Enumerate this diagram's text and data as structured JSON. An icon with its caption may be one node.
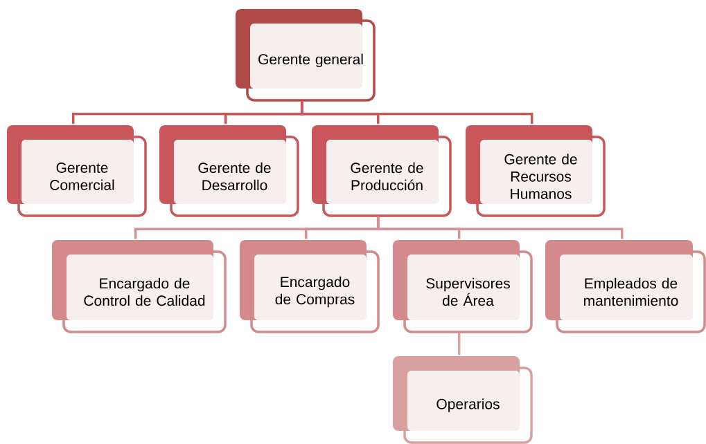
{
  "diagram": {
    "nodes": [
      {
        "text": [
          "Gerente general"
        ]
      },
      {
        "text": [
          "Gerente Comercial"
        ]
      },
      {
        "text": [
          "Gerente de Desarrollo"
        ]
      },
      {
        "text": [
          "Gerente de Producción"
        ]
      },
      {
        "text": [
          "Gerente de Recursos Humanos"
        ]
      },
      {
        "text": [
          "Encargado de Control de Calidad"
        ]
      },
      {
        "text": [
          "Encargado de Compras"
        ]
      },
      {
        "text": [
          "Supervisores de Área"
        ]
      },
      {
        "text": [
          "Empleados de mantenimiento"
        ]
      },
      {
        "text": [
          "Operarios"
        ]
      }
    ],
    "edges": [
      {
        "from": 0,
        "to": 1,
        "arrow": "none"
      },
      {
        "from": 0,
        "to": 2,
        "arrow": "none"
      },
      {
        "from": 0,
        "to": 3,
        "arrow": "none"
      },
      {
        "from": 0,
        "to": 4,
        "arrow": "none"
      },
      {
        "from": 3,
        "to": 5,
        "arrow": "none",
        "color": "#d89090"
      },
      {
        "from": 3,
        "to": 6,
        "arrow": "none",
        "color": "#d89090"
      },
      {
        "from": 3,
        "to": 7,
        "arrow": "none",
        "color": "#d89090"
      },
      {
        "from": 3,
        "to": 8,
        "arrow": "none",
        "color": "#d89090"
      },
      {
        "from": 7,
        "to": 9,
        "arrow": "none",
        "color": "#dba5a5"
      }
    ]
  }
}
